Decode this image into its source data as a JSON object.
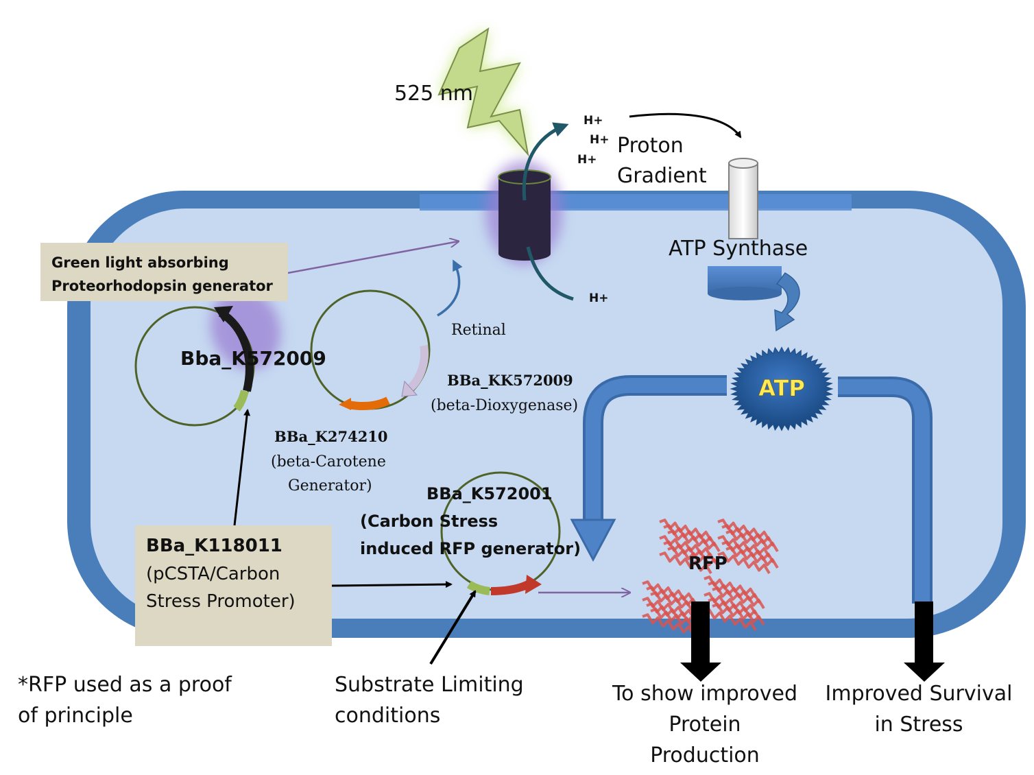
{
  "light": {
    "wavelength": "525 nm"
  },
  "protons": {
    "h_label": "H+",
    "gradient_line1": "Proton",
    "gradient_line2": "Gradient"
  },
  "atp_synthase": {
    "label": "ATP Synthase"
  },
  "atp": {
    "label": "ATP"
  },
  "retinal": {
    "label": "Retinal"
  },
  "proteorhodopsin_box": {
    "line1": "Green light absorbing",
    "line2": "Proteorhodopsin generator"
  },
  "plasmid_k572009": {
    "label": "Bba_K572009"
  },
  "dioxygenase": {
    "line1": "BBa_KK572009",
    "line2": "(beta-Dioxygenase)"
  },
  "carotene": {
    "line1": "BBa_K274210",
    "line2": "(beta-Carotene",
    "line3": "Generator)"
  },
  "rfp_generator": {
    "line1": "BBa_K572001",
    "line2": "(Carbon Stress",
    "line3": "induced RFP generator)"
  },
  "promoter_box": {
    "line1": "BBa_K118011",
    "line2": "(pCSTA/Carbon",
    "line3": "Stress Promoter)"
  },
  "rfp": {
    "label": "RFP"
  },
  "notes": {
    "proof_line1": "*RFP used as a proof",
    "proof_line2": "of principle",
    "substrate_line1": "Substrate Limiting",
    "substrate_line2": "conditions",
    "protein_line1": "To show improved",
    "protein_line2": "Protein",
    "protein_line3": "Production",
    "survival_line1": "Improved Survival",
    "survival_line2": "in Stress"
  },
  "colors": {
    "cell_wall": "#4a7ebb",
    "cytoplasm": "#c6d9f1",
    "membrane_band": "#5b8fd6",
    "light_bolt": "#c3da8c",
    "proteorhodopsin": "#2c2540",
    "plasmid_ring": "#4f6228",
    "rfp_protein": "#d9534f",
    "label_box": "#ddd8c3"
  }
}
